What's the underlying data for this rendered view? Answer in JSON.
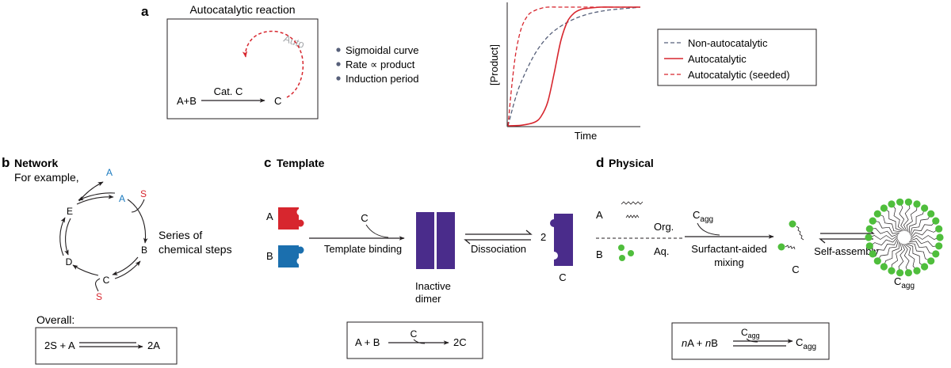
{
  "colors": {
    "ink": "#231f20",
    "red": "#d7262e",
    "blue": "#1a7abf",
    "blue_piece": "#1b6fae",
    "purple": "#4a2c8b",
    "green": "#4fbe3c",
    "auto_gray": "#a7a9ac",
    "dash_gray": "#57607a"
  },
  "panel_a": {
    "label": "a",
    "box_title": "Autocatalytic reaction",
    "auto_label": "Auto",
    "reactants": "A+B",
    "catalyst": "Cat. C",
    "product": "C",
    "bullets": [
      "Sigmoidal curve",
      "Rate ∝ product",
      "Induction period"
    ]
  },
  "chart_data": {
    "type": "line",
    "title": "",
    "xlabel": "Time",
    "ylabel": "[Product]",
    "grid": false,
    "legend_position": "right",
    "xlim": [
      0,
      1
    ],
    "ylim": [
      0,
      1
    ],
    "series": [
      {
        "name": "Non-autocatalytic",
        "style": "dashed",
        "color": "#57607a",
        "x": [
          0,
          0.05,
          0.1,
          0.2,
          0.3,
          0.4,
          0.5,
          0.6,
          0.7,
          0.8,
          0.9,
          1.0
        ],
        "y": [
          0,
          0.21,
          0.37,
          0.6,
          0.75,
          0.84,
          0.9,
          0.94,
          0.965,
          0.98,
          0.99,
          1.0
        ]
      },
      {
        "name": "Autocatalytic",
        "style": "solid",
        "color": "#d7262e",
        "x": [
          0,
          0.1,
          0.2,
          0.25,
          0.3,
          0.35,
          0.4,
          0.45,
          0.5,
          0.55,
          0.6,
          0.7,
          0.8,
          1.0
        ],
        "y": [
          0,
          0.005,
          0.03,
          0.08,
          0.2,
          0.45,
          0.72,
          0.88,
          0.95,
          0.98,
          0.99,
          1.0,
          1.0,
          1.0
        ]
      },
      {
        "name": "Autocatalytic (seeded)",
        "style": "dashed",
        "color": "#d7262e",
        "x": [
          0,
          0.03,
          0.06,
          0.1,
          0.15,
          0.2,
          0.25,
          0.3,
          0.4,
          0.5,
          1.0
        ],
        "y": [
          0,
          0.35,
          0.62,
          0.82,
          0.93,
          0.97,
          0.99,
          1.0,
          1.0,
          1.0,
          1.0
        ]
      }
    ]
  },
  "panel_b": {
    "label": "b",
    "title": "Network",
    "subtitle": "For example,",
    "nodes": [
      "A",
      "A",
      "S",
      "B",
      "C",
      "S",
      "D",
      "E"
    ],
    "steps_line1": "Series of",
    "steps_line2": "chemical steps",
    "overall_label": "Overall:",
    "equation_left": "2S + A",
    "equation_right": "2A"
  },
  "panel_c": {
    "label": "c",
    "title": "Template",
    "piece_a": "A",
    "piece_b": "B",
    "catalyst": "C",
    "binding_label": "Template binding",
    "dimer_line1": "Inactive",
    "dimer_line2": "dimer",
    "dissociation_label": "Dissociation",
    "coefficient": "2",
    "product": "C",
    "equation_left": "A + B",
    "equation_catalyst": "C",
    "equation_right": "2C"
  },
  "panel_d": {
    "label": "d",
    "title": "Physical",
    "phase_a": "A",
    "phase_b": "B",
    "org_label": "Org.",
    "aq_label": "Aq.",
    "catalyst_main": "C",
    "catalyst_sub": "agg",
    "mixing_line1": "Surfactant-aided",
    "mixing_line2": "mixing",
    "product": "C",
    "self_assembly_label": "Self-assembly",
    "aggregate_main": "C",
    "aggregate_sub": "agg",
    "eq_n1": "n",
    "eq_a": "A + ",
    "eq_n2": "n",
    "eq_b": "B",
    "eq_cat_main": "C",
    "eq_cat_sub": "agg",
    "eq_prod_main": "C",
    "eq_prod_sub": "agg"
  }
}
